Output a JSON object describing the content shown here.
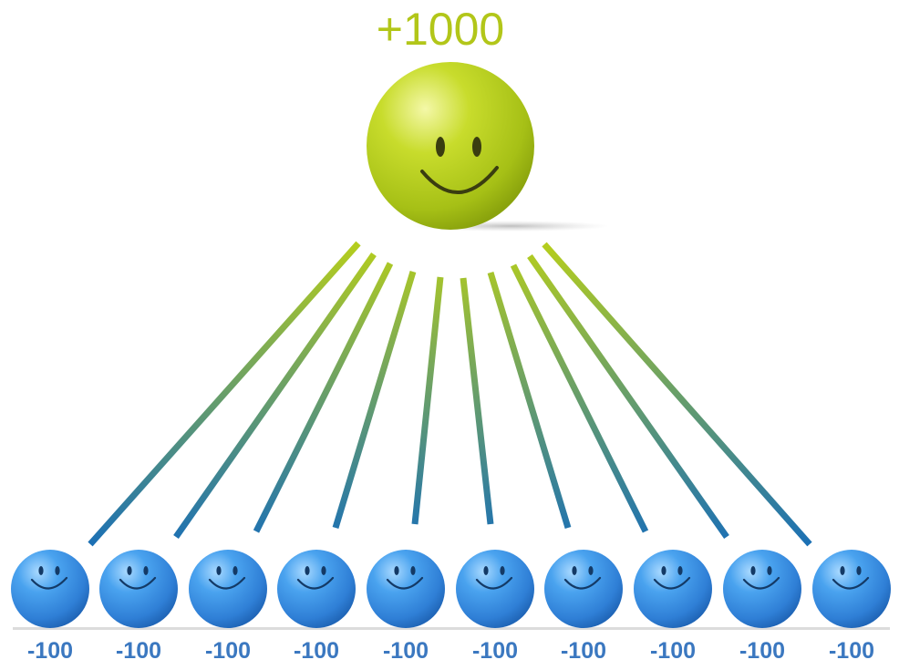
{
  "main": {
    "label": "+1000",
    "color": "#b2c619",
    "icon": "smiley-face-icon"
  },
  "contributors": {
    "labels": [
      "-100",
      "-100",
      "-100",
      "-100",
      "-100",
      "-100",
      "-100",
      "-100",
      "-100",
      "-100"
    ],
    "color": "#3b78c0",
    "icon": "smiley-face-icon"
  },
  "connector_gradient": [
    "#b6ce1c",
    "#1a6fb6"
  ]
}
